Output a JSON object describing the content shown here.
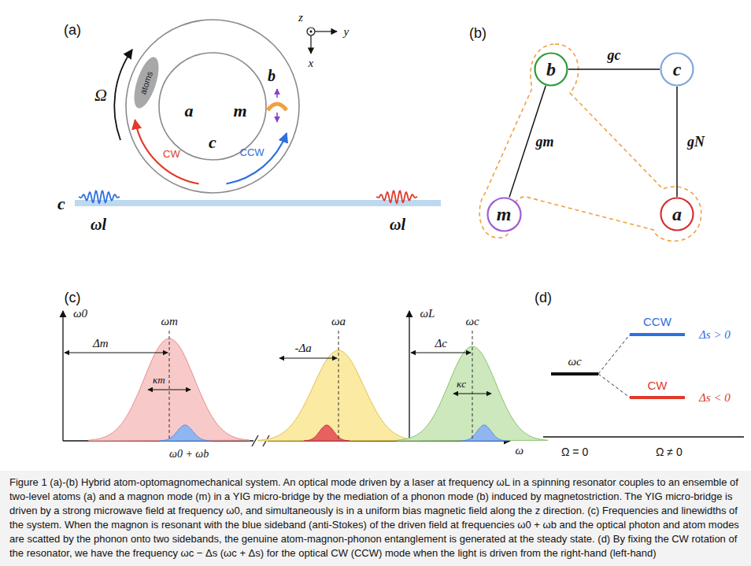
{
  "diagram": {
    "caption": "Figure 1 (a)-(b) Hybrid atom-optomagnomechanical system. An optical mode driven by a laser at frequency ωL in a spinning resonator couples to an ensemble of two-level atoms (a) and a magnon mode (m) in a YIG micro-bridge by the mediation of a phonon mode (b) induced by magnetostriction. The YIG micro-bridge is driven by a strong microwave field at frequency ω0, and simultaneously is in a uniform bias magnetic field along the z direction. (c) Frequencies and linewidths of the system. When the magnon is resonant with the blue sideband (anti-Stokes) of the driven field at frequencies ω0 + ωb and the optical photon and atom modes are scatted by the phonon onto two sidebands, the genuine atom-magnon-phonon entanglement is generated at the steady state. (d) By fixing the CW rotation of the resonator, we have the frequency ωc − Δs (ωc + Δs) for the optical CW (CCW) mode when the light is driven from the right-hand (left-hand)",
    "nodes": [
      {
        "text": [
          "b"
        ]
      },
      {
        "text": [
          "c"
        ]
      },
      {
        "text": [
          "m"
        ]
      },
      {
        "text": [
          "a"
        ]
      }
    ],
    "edges": [
      {
        "from": 0,
        "to": 1,
        "label": "gc",
        "arrow": "none"
      },
      {
        "from": 0,
        "to": 2,
        "label": "gm",
        "arrow": "none"
      },
      {
        "from": 1,
        "to": 3,
        "label": "gN",
        "arrow": "none"
      }
    ],
    "labels": [
      "(a)",
      "Ω",
      "atoms",
      "a",
      "c",
      "m",
      "b",
      "CW",
      "CCW",
      "c",
      "ωl",
      "ωl",
      "z",
      "y",
      "x",
      "(b)",
      "(c)",
      "ω0",
      "Δm",
      "ωm",
      "κm",
      "ω0 + ωb",
      "ωa",
      "-Δa",
      "ωL",
      "Δc",
      "ωc",
      "κc",
      "ω",
      "(d)",
      "ωc",
      "CCW",
      "Δs > 0",
      "CW",
      "Δs < 0",
      "Ω = 0",
      "Ω ≠ 0"
    ]
  }
}
